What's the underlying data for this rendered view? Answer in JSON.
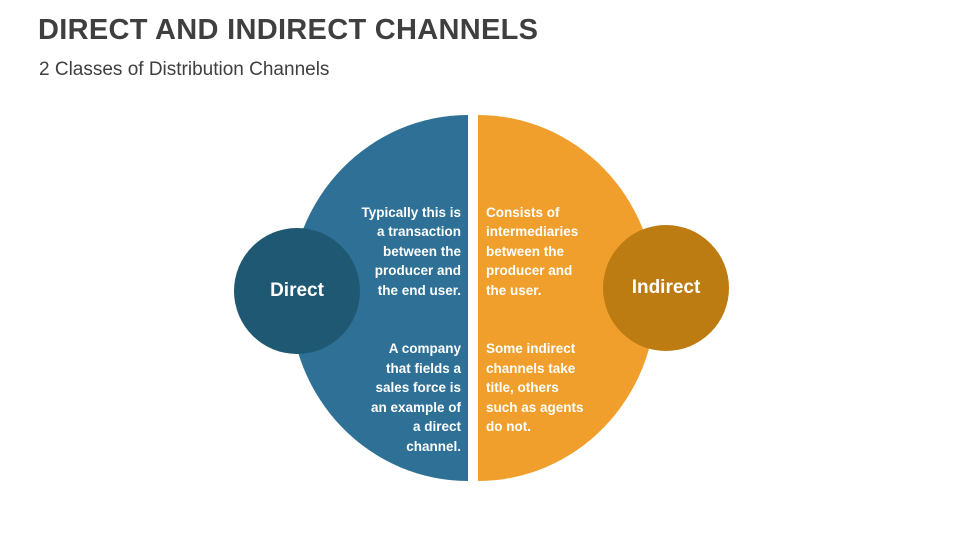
{
  "slide": {
    "title": "DIRECT AND INDIRECT CHANNELS",
    "subtitle": "2 Classes of Distribution Channels"
  },
  "diagram": {
    "text_color": "#FFFFFF",
    "title_color": "#3F3F3F",
    "left": {
      "label": "Direct",
      "half_color": "#2E7096",
      "circle_color": "#1F5873",
      "para1": "Typically this is\na transaction\nbetween the\nproducer and\nthe end user.",
      "para2": "A company\nthat fields a\nsales force is\nan example of\na direct\nchannel."
    },
    "right": {
      "label": "Indirect",
      "half_color": "#F09F2C",
      "circle_color": "#BC7C12",
      "para1": "Consists of\nintermediaries\nbetween the\nproducer and\nthe user.",
      "para2": "Some indirect\nchannels take\ntitle, others\nsuch as agents\ndo not."
    }
  }
}
